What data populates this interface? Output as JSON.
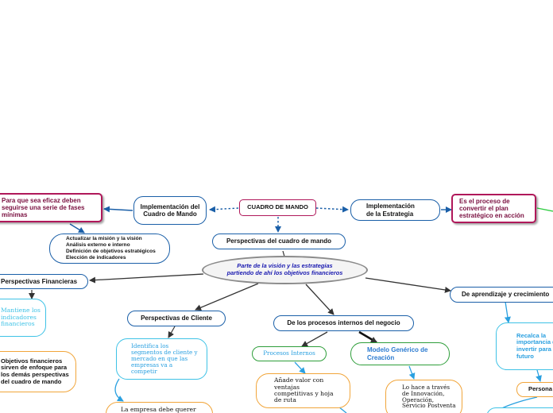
{
  "nodes": {
    "root": "CUADRO DE MANDO",
    "implementacion_cuadro": "Implementación del Cuadro de Mando",
    "implementacion_estrategia": "Implementación de la Estrategia",
    "fases": "Para que sea eficaz deben seguirse una serie de fases mínimas",
    "proceso": "Es el proceso de convertir el plan estratégico en acción",
    "lista_fases": "Actualizar la misión y la visión\nAnálisis externo e interno\nDefinición de objetivos estratégicos\nElección de indicadores",
    "perspectivas": "Perspectivas del cuadro de mando",
    "vision": "Parte de la visión y las estrategias\npartiendo de ahí los objetivos financieros",
    "financieras": "Perspectivas Financieras",
    "indicadores": "Mantiene los indicadores financieros",
    "objetivos": "Objetivos financieros sirven de enfoque para los demás perspectivas del cuadro de mando",
    "cliente": "Perspectivas de Cliente",
    "segmentos": "Identifica los segmentos de cliente y mercado en que las empresas va a competir",
    "empresa": "La empresa debe querer",
    "procesos": "De los procesos internos del negocio",
    "procesos_internos": "Procesos Internos",
    "anade": "Añade valor con ventajas competitivas y hoja de ruta",
    "modelo": "Modelo Genérico de Creación",
    "innovacion": "Lo hace a través de Innovación, Operación, Servicio Postventa",
    "aprendizaje": "De aprendizaje y crecimiento",
    "recalca": "Recalca la importancia de invertir para el futuro",
    "persona": "Persona"
  },
  "colors": {
    "blue": "#1a5fa8",
    "pink": "#b0185a",
    "cyan": "#3ec2e6",
    "green": "#2e9e3a",
    "orange": "#f1a53a",
    "link_green": "#2ecc40"
  }
}
